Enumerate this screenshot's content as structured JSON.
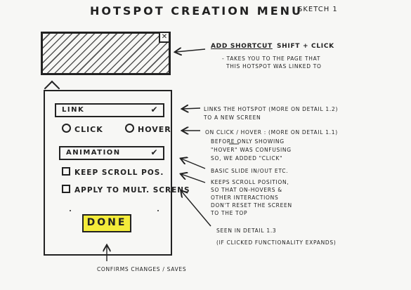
{
  "title": "Hotspot Creation Menu",
  "sketch_label": "Sketch 1",
  "preview": {
    "close_glyph": "✕"
  },
  "menu": {
    "link_dropdown": {
      "value": "Link",
      "chevron": "✔"
    },
    "trigger_options": [
      "Click",
      "Hover"
    ],
    "animation_dropdown": {
      "value": "Animation",
      "chevron": "✔"
    },
    "checkboxes": [
      "Keep scroll pos.",
      "Apply to mult. screns"
    ],
    "done_label": "Done"
  },
  "notes": {
    "shortcut_title": "Add shortcut",
    "shortcut_keys": "Shift + Click",
    "shortcut_desc_1": "- Takes you to the page that",
    "shortcut_desc_2": "this hotspot was linked to",
    "link_1": "Links the hotspot (more on detail 1.2)",
    "link_2": "to a new screen",
    "trigger_1": "On click / hover : (more on detail 1.1)",
    "trigger_2": "Before only showing",
    "trigger_3": "\"Hover\" was confusing",
    "trigger_4": "so, we added \"click\"",
    "animation": "Basic slide in/out etc.",
    "scroll_1": "Keeps scroll position,",
    "scroll_2": "so that on-hovers &",
    "scroll_3": "other interactions",
    "scroll_4": "don't reset the screen",
    "scroll_5": "to the top",
    "multi_1": "Seen in detail 1.3",
    "multi_2": "(if clicked functionality expands)",
    "confirm": "Confirms changes / saves"
  }
}
